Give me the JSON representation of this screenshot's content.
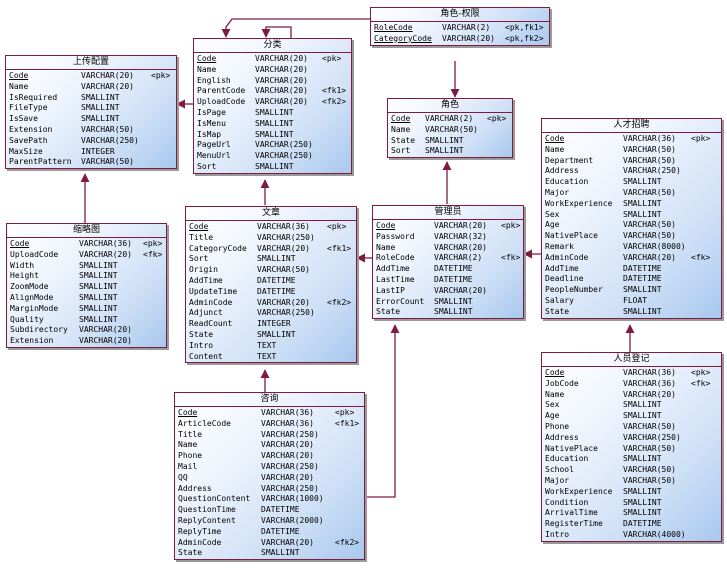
{
  "entities": [
    {
      "id": "upload-config",
      "title": "上传配置",
      "rows": [
        [
          "Code",
          "VARCHAR(20)",
          "<pk>"
        ],
        [
          "Name",
          "VARCHAR(20)",
          ""
        ],
        [
          "IsRequired",
          "SMALLINT",
          ""
        ],
        [
          "FileType",
          "SMALLINT",
          ""
        ],
        [
          "IsSave",
          "SMALLINT",
          ""
        ],
        [
          "Extension",
          "VARCHAR(50)",
          ""
        ],
        [
          "SavePath",
          "VARCHAR(250)",
          ""
        ],
        [
          "MaxSize",
          "INTEGER",
          ""
        ],
        [
          "ParentPattern",
          "VARCHAR(50)",
          ""
        ]
      ]
    },
    {
      "id": "category",
      "title": "分类",
      "rows": [
        [
          "Code",
          "VARCHAR(20)",
          "<pk>"
        ],
        [
          "Name",
          "VARCHAR(20)",
          ""
        ],
        [
          "English",
          "VARCHAR(20)",
          ""
        ],
        [
          "ParentCode",
          "VARCHAR(20)",
          "<fk1>"
        ],
        [
          "UploadCode",
          "VARCHAR(20)",
          "<fk2>"
        ],
        [
          "IsPage",
          "SMALLINT",
          ""
        ],
        [
          "IsMenu",
          "SMALLINT",
          ""
        ],
        [
          "IsMap",
          "SMALLINT",
          ""
        ],
        [
          "PageUrl",
          "VARCHAR(250)",
          ""
        ],
        [
          "MenuUrl",
          "VARCHAR(250)",
          ""
        ],
        [
          "Sort",
          "SMALLINT",
          ""
        ]
      ]
    },
    {
      "id": "role-permission",
      "title": "角色-权限",
      "rows": [
        [
          "RoleCode",
          "VARCHAR(2)",
          "<pk,fk1>"
        ],
        [
          "CategoryCode",
          "VARCHAR(20)",
          "<pk,fk2>"
        ]
      ]
    },
    {
      "id": "role",
      "title": "角色",
      "rows": [
        [
          "Code",
          "VARCHAR(2)",
          "<pk>"
        ],
        [
          "Name",
          "VARCHAR(50)",
          ""
        ],
        [
          "State",
          "SMALLINT",
          ""
        ],
        [
          "Sort",
          "SMALLINT",
          ""
        ]
      ]
    },
    {
      "id": "talent-recruit",
      "title": "人才招聘",
      "rows": [
        [
          "Code",
          "VARCHAR(36)",
          "<pk>"
        ],
        [
          "Name",
          "VARCHAR(50)",
          ""
        ],
        [
          "Department",
          "VARCHAR(50)",
          ""
        ],
        [
          "Address",
          "VARCHAR(250)",
          ""
        ],
        [
          "Education",
          "SMALLINT",
          ""
        ],
        [
          "Major",
          "VARCHAR(50)",
          ""
        ],
        [
          "WorkExperience",
          "SMALLINT",
          ""
        ],
        [
          "Sex",
          "SMALLINT",
          ""
        ],
        [
          "Age",
          "VARCHAR(50)",
          ""
        ],
        [
          "NativePlace",
          "VARCHAR(50)",
          ""
        ],
        [
          "Remark",
          "VARCHAR(8000)",
          ""
        ],
        [
          "AdminCode",
          "VARCHAR(20)",
          "<fk>"
        ],
        [
          "AddTime",
          "DATETIME",
          ""
        ],
        [
          "Deadline",
          "DATETIME",
          ""
        ],
        [
          "PeopleNumber",
          "SMALLINT",
          ""
        ],
        [
          "Salary",
          "FLOAT",
          ""
        ],
        [
          "State",
          "SMALLINT",
          ""
        ]
      ]
    },
    {
      "id": "thumbnail",
      "title": "缩略图",
      "rows": [
        [
          "Code",
          "VARCHAR(36)",
          "<pk>"
        ],
        [
          "UploadCode",
          "VARCHAR(20)",
          "<fk>"
        ],
        [
          "Width",
          "SMALLINT",
          ""
        ],
        [
          "Height",
          "SMALLINT",
          ""
        ],
        [
          "ZoomMode",
          "SMALLINT",
          ""
        ],
        [
          "AlignMode",
          "SMALLINT",
          ""
        ],
        [
          "MarginMode",
          "SMALLINT",
          ""
        ],
        [
          "Quality",
          "SMALLINT",
          ""
        ],
        [
          "Subdirectory",
          "VARCHAR(20)",
          ""
        ],
        [
          "Extension",
          "VARCHAR(20)",
          ""
        ]
      ]
    },
    {
      "id": "article",
      "title": "文章",
      "rows": [
        [
          "Code",
          "VARCHAR(36)",
          "<pk>"
        ],
        [
          "Title",
          "VARCHAR(250)",
          ""
        ],
        [
          "CategoryCode",
          "VARCHAR(20)",
          "<fk1>"
        ],
        [
          "Sort",
          "SMALLINT",
          ""
        ],
        [
          "Origin",
          "VARCHAR(50)",
          ""
        ],
        [
          "AddTime",
          "DATETIME",
          ""
        ],
        [
          "UpdateTime",
          "DATETIME",
          ""
        ],
        [
          "AdminCode",
          "VARCHAR(20)",
          "<fk2>"
        ],
        [
          "Adjunct",
          "VARCHAR(250)",
          ""
        ],
        [
          "ReadCount",
          "INTEGER",
          ""
        ],
        [
          "State",
          "SMALLINT",
          ""
        ],
        [
          "Intro",
          "TEXT",
          ""
        ],
        [
          "Content",
          "TEXT",
          ""
        ]
      ]
    },
    {
      "id": "admin",
      "title": "管理员",
      "rows": [
        [
          "Code",
          "VARCHAR(20)",
          "<pk>"
        ],
        [
          "Password",
          "VARCHAR(32)",
          ""
        ],
        [
          "Name",
          "VARCHAR(20)",
          ""
        ],
        [
          "RoleCode",
          "VARCHAR(2)",
          "<fk>"
        ],
        [
          "AddTime",
          "DATETIME",
          ""
        ],
        [
          "LastTime",
          "DATETIME",
          ""
        ],
        [
          "LastIP",
          "VARCHAR(20)",
          ""
        ],
        [
          "ErrorCount",
          "SMALLINT",
          ""
        ],
        [
          "State",
          "SMALLINT",
          ""
        ]
      ]
    },
    {
      "id": "consult",
      "title": "咨询",
      "rows": [
        [
          "Code",
          "VARCHAR(36)",
          "<pk>"
        ],
        [
          "ArticleCode",
          "VARCHAR(36)",
          "<fk1>"
        ],
        [
          "Title",
          "VARCHAR(250)",
          ""
        ],
        [
          "Name",
          "VARCHAR(20)",
          ""
        ],
        [
          "Phone",
          "VARCHAR(20)",
          ""
        ],
        [
          "Mail",
          "VARCHAR(250)",
          ""
        ],
        [
          "QQ",
          "VARCHAR(20)",
          ""
        ],
        [
          "Address",
          "VARCHAR(250)",
          ""
        ],
        [
          "QuestionContent",
          "VARCHAR(1000)",
          ""
        ],
        [
          "QuestionTime",
          "DATETIME",
          ""
        ],
        [
          "ReplyContent",
          "VARCHAR(2000)",
          ""
        ],
        [
          "ReplyTime",
          "DATETIME",
          ""
        ],
        [
          "AdminCode",
          "VARCHAR(20)",
          "<fk2>"
        ],
        [
          "State",
          "SMALLINT",
          ""
        ]
      ]
    },
    {
      "id": "personnel-register",
      "title": "人员登记",
      "rows": [
        [
          "Code",
          "VARCHAR(36)",
          "<pk>"
        ],
        [
          "JobCode",
          "VARCHAR(36)",
          "<fk>"
        ],
        [
          "Name",
          "VARCHAR(20)",
          ""
        ],
        [
          "Sex",
          "SMALLINT",
          ""
        ],
        [
          "Age",
          "SMALLINT",
          ""
        ],
        [
          "Phone",
          "VARCHAR(50)",
          ""
        ],
        [
          "Address",
          "VARCHAR(250)",
          ""
        ],
        [
          "NativePlace",
          "VARCHAR(50)",
          ""
        ],
        [
          "Education",
          "SMALLINT",
          ""
        ],
        [
          "School",
          "VARCHAR(50)",
          ""
        ],
        [
          "Major",
          "VARCHAR(50)",
          ""
        ],
        [
          "WorkExperience",
          "SMALLINT",
          ""
        ],
        [
          "Condition",
          "SMALLINT",
          ""
        ],
        [
          "ArrivalTime",
          "SMALLINT",
          ""
        ],
        [
          "RegisterTime",
          "DATETIME",
          ""
        ],
        [
          "Intro",
          "VARCHAR(4000)",
          ""
        ]
      ]
    }
  ]
}
